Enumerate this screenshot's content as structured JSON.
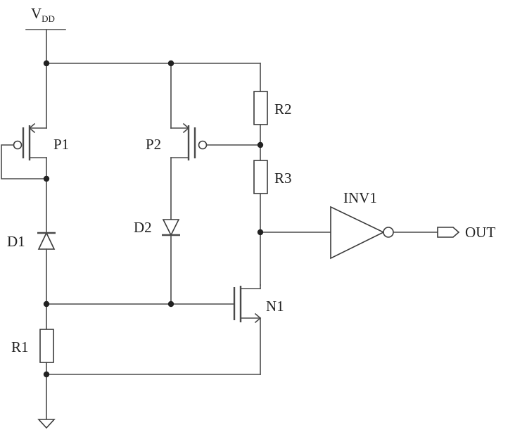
{
  "supply": {
    "name": "V",
    "subscript": "DD"
  },
  "components": {
    "p1": "P1",
    "p2": "P2",
    "n1": "N1",
    "d1": "D1",
    "d2": "D2",
    "r1": "R1",
    "r2": "R2",
    "r3": "R3",
    "inv1": "INV1"
  },
  "output": {
    "label": "OUT"
  }
}
